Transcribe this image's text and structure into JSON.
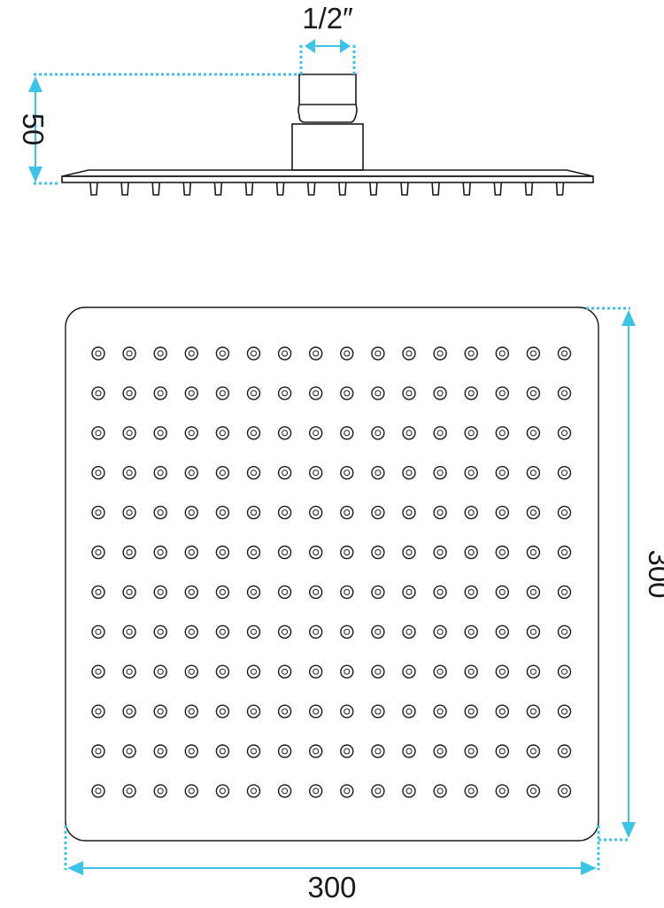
{
  "labels": {
    "connector": "1/2″",
    "height": "50",
    "side": "300",
    "width": "300"
  },
  "grid": {
    "rows": 12,
    "cols": 16
  },
  "side_view": {
    "nozzle_count": 16
  },
  "colors": {
    "line": "#1a1a1a",
    "dimension": "#3ec3e8",
    "background": "#ffffff"
  }
}
